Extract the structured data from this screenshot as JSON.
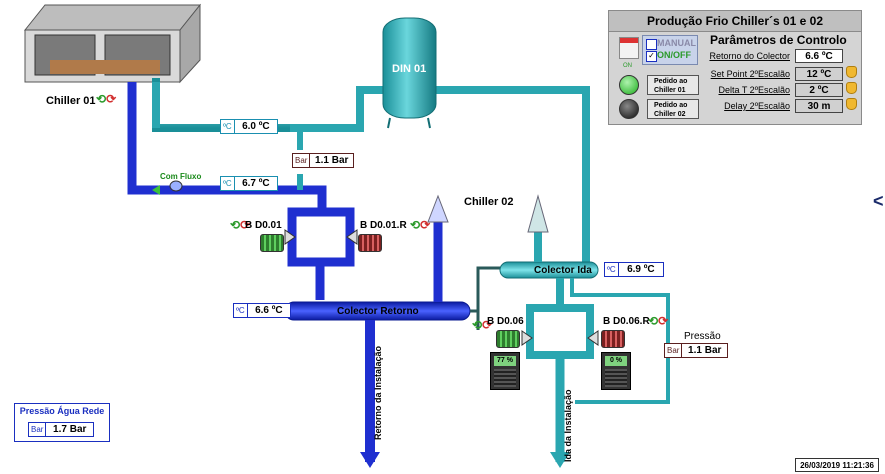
{
  "panel": {
    "title": "Produção Frio Chiller´s 01 e 02",
    "subtitle": "Parâmetros de Controlo",
    "manual_label": "MANUAL",
    "onoff_label": "ON/OFF",
    "on_label": "ON",
    "pedido1": "Pedido ao Chiller 01",
    "pedido2": "Pedido ao Chiller 02",
    "params": [
      {
        "label": "Retorno do Colector",
        "value": "6.6 ºC"
      },
      {
        "label": "Set Point 2ºEscalão",
        "value": "12 ºC"
      },
      {
        "label": "Delta T 2ºEscalão",
        "value": "2 ºC"
      },
      {
        "label": "Delay  2ºEscalão",
        "value": "30 m"
      }
    ]
  },
  "chiller1": "Chiller 01",
  "chiller2": "Chiller 02",
  "tank": "DIN 01",
  "sensors": {
    "t_top": {
      "unit": "ºC",
      "value": "6.0 ºC"
    },
    "p_top": {
      "unit": "Bar",
      "value": "1.1 Bar"
    },
    "t_flow": {
      "unit": "ºC",
      "value": "6.7 ºC"
    },
    "t_ret": {
      "unit": "ºC",
      "value": "6.6 ºC"
    },
    "t_ida": {
      "unit": "ºC",
      "value": "6.9 ºC"
    },
    "p_press": {
      "unit": "Bar",
      "value": "1.1 Bar"
    }
  },
  "com_fluxo": "Com Fluxo",
  "pumps": {
    "b1": "B D0.01",
    "b1r": "B D0.01.R",
    "b6": "B D0.06",
    "b6r": "B D0.06.R",
    "vfd6": "77 %",
    "vfd6r": "0 %"
  },
  "collector_return": "Colector Retorno",
  "collector_ida": "Colector Ida",
  "retorno_inst": "Retorno da Instalação",
  "ida_inst": "Ida da Instalação",
  "pressao": "Pressão",
  "rede": {
    "title": "Pressão Água Rede",
    "unit": "Bar",
    "value": "1.7 Bar"
  },
  "datetime": "26/03/2019 11:21:36",
  "nav_arrow": "<",
  "colors": {
    "blue_pipe": "#1f2fd0",
    "cyan_pipe": "#3ab8c0",
    "tank": "#2aa6a8"
  }
}
